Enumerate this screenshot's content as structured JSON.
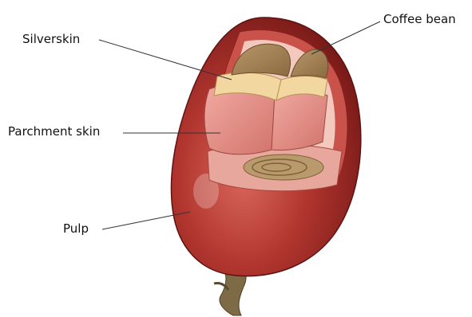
{
  "labels": {
    "silverskin": "Silverskin",
    "parchment_skin": "Parchment skin",
    "pulp": "Pulp",
    "coffee_bean": "Coffee bean"
  },
  "colors": {
    "pulp_dark": "#8e1e1c",
    "pulp_mid": "#b23a33",
    "pulp_light": "#d66a5e",
    "parchment": "#e79a93",
    "silverskin": "#f3d7a0",
    "bean": "#a98a5a",
    "inner_cavity": "#f2c9bc",
    "stem": "#7d6b45"
  }
}
